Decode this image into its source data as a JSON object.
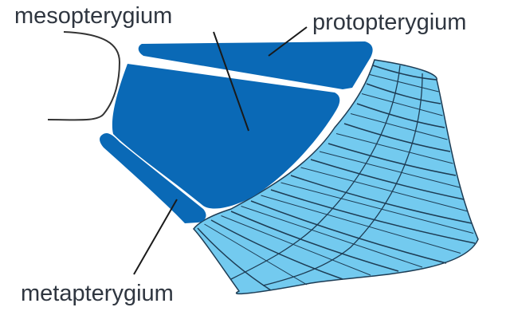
{
  "labels": {
    "mesopterygium": "mesopterygium",
    "protopterygium": "protopterygium",
    "metapterygium": "metapterygium"
  },
  "colors": {
    "basal_bone": "#0a69b6",
    "radials": "#73caef",
    "radial_lines": "#1d3c54",
    "outline": "#333333",
    "pointer": "#1a1a1a",
    "text": "#2f3640"
  }
}
